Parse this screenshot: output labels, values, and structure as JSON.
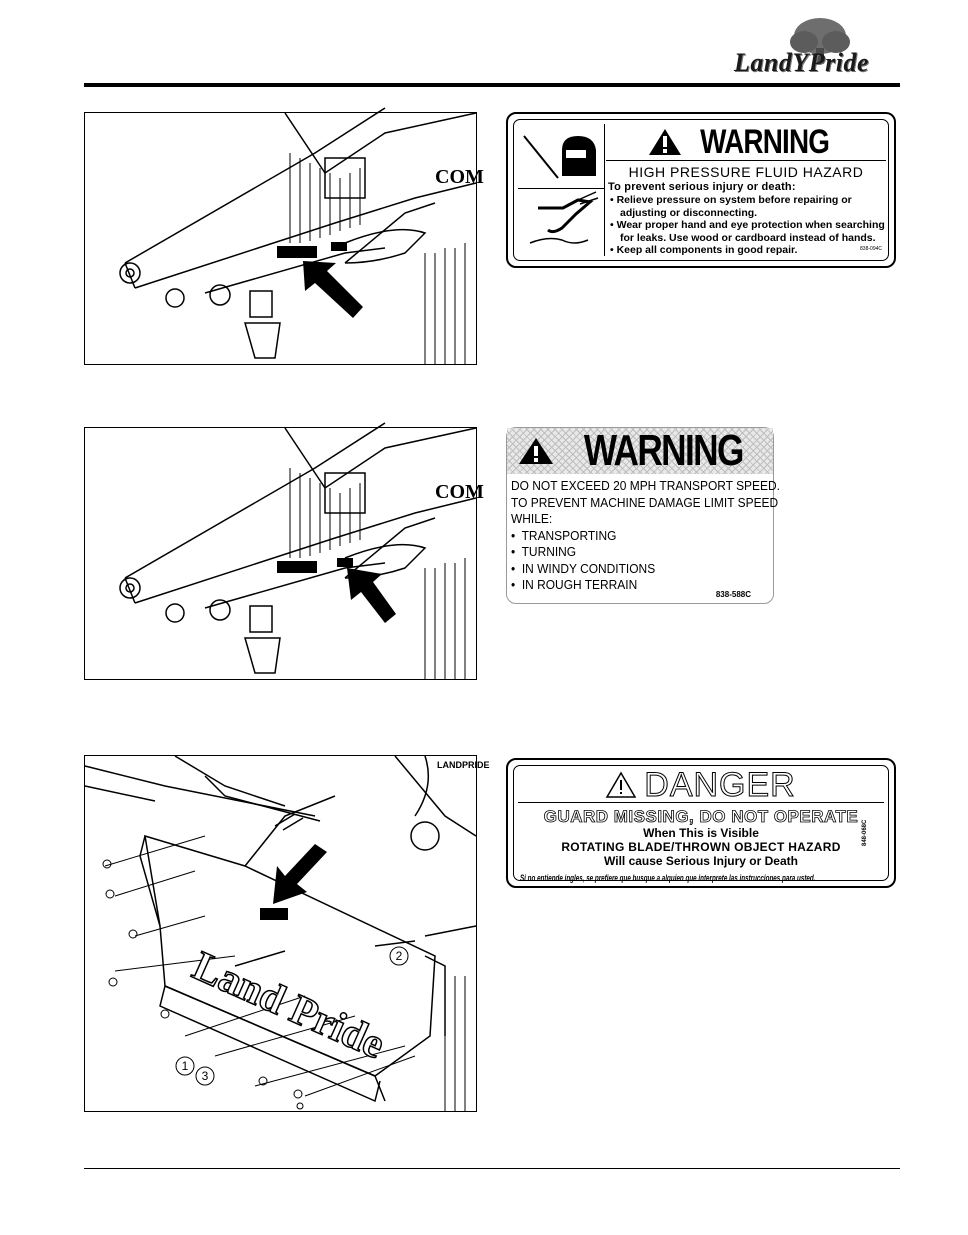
{
  "brand": {
    "logo_text": "LandYPride"
  },
  "figure1": {
    "callout": "COM"
  },
  "figure2": {
    "callout": "COM"
  },
  "figure3": {
    "shield_text": "Land Pride",
    "tag_top": "LANDPRIDE",
    "callouts": [
      "1",
      "2",
      "3"
    ]
  },
  "decal_hydraulic": {
    "signal_word": "WARNING",
    "hazard": "HIGH PRESSURE FLUID HAZARD",
    "lead": "To prevent serious injury or death:",
    "bullets": [
      "Relieve pressure on system before repairing or",
      "adjusting or disconnecting.",
      "Wear proper hand and eye protection when searching",
      "for leaks. Use wood or cardboard instead of hands.",
      "Keep all components in good repair."
    ],
    "part_no": "838-094C"
  },
  "decal_transport": {
    "signal_word": "WARNING",
    "line1": "DO NOT EXCEED 20 MPH TRANSPORT SPEED.",
    "line2": "TO PREVENT MACHINE DAMAGE LIMIT SPEED",
    "line3": "WHILE:",
    "bullets": [
      "TRANSPORTING",
      "TURNING",
      "IN WINDY CONDITIONS",
      "IN ROUGH TERRAIN"
    ],
    "part_no": "838-588C"
  },
  "decal_guard": {
    "signal_word": "DANGER",
    "line1": "GUARD MISSING, DO NOT OPERATE",
    "line2": "When This is Visible",
    "line3": "ROTATING BLADE/THROWN OBJECT HAZARD",
    "line4": "Will cause Serious Injury or Death",
    "spanish": "Si no entiende ingles, se prefiere que busque a alquien que interprete las instrucciones para usted.",
    "part_no": "848-068C"
  }
}
